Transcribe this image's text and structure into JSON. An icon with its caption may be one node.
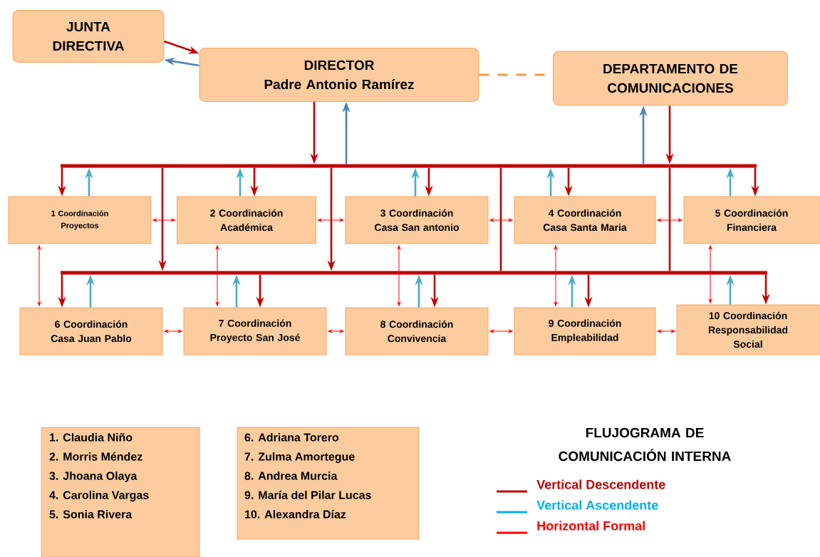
{
  "diagram": {
    "title": "FLUJOGRAMA DE COMUNICACIÓN INTERNA",
    "nodes": [
      {
        "text": [
          "JUNTA DIRECTIVA"
        ]
      },
      {
        "text": [
          "DIRECTOR",
          "Padre Antonio Ramírez"
        ]
      },
      {
        "text": [
          "DEPARTAMENTO DE COMUNICACIONES"
        ]
      },
      {
        "text": [],
        "shape": "bar"
      },
      {
        "text": [
          "1 Coordinación Proyectos"
        ]
      },
      {
        "text": [
          "2 Coordinación Académica"
        ]
      },
      {
        "text": [
          "3 Coordinación Casa San antonio"
        ]
      },
      {
        "text": [
          "4 Coordinación Casa Santa Maria"
        ]
      },
      {
        "text": [
          "5 Coordinación Financiera"
        ]
      },
      {
        "text": [],
        "shape": "bar"
      },
      {
        "text": [
          "6 Coordinación Casa Juan Pablo"
        ]
      },
      {
        "text": [
          "7 Coordinación Proyecto San José"
        ]
      },
      {
        "text": [
          "8 Coordinación Convivencia"
        ]
      },
      {
        "text": [
          "9 Coordinación Empleabilidad"
        ]
      },
      {
        "text": [
          "10 Coordinación Responsabilidad Social"
        ]
      },
      {
        "text": [
          "1. Claudia Niño",
          "2. Morris Méndez",
          "3. Jhoana Olaya",
          "4. Carolina Vargas",
          "5. Sonia Rivera"
        ]
      },
      {
        "text": [
          "6. Adriana Torero",
          "7. Zulma Amortegue",
          "8. Andrea Murcia",
          "9. María del Pilar Lucas",
          "10. Alexandra Díaz"
        ]
      }
    ],
    "edges": [
      {
        "from": 0,
        "to": 1,
        "arrow": "to",
        "color": "#c00000"
      },
      {
        "from": 1,
        "to": 0,
        "arrow": "to",
        "color": "#4f81bd"
      },
      {
        "from": 1,
        "to": 2,
        "arrow": "none",
        "style": "dashed",
        "color": "#f79646"
      },
      {
        "from": 1,
        "to": 3,
        "arrow": "to",
        "color": "#c00000"
      },
      {
        "from": 3,
        "to": 1,
        "arrow": "to",
        "color": "#4f81bd"
      },
      {
        "from": 3,
        "to": 2,
        "arrow": "to",
        "color": "#4f81bd"
      },
      {
        "from": 2,
        "to": 3,
        "arrow": "to",
        "color": "#c00000"
      },
      {
        "from": 3,
        "to": 4,
        "arrow": "to",
        "color": "#c00000"
      },
      {
        "from": 3,
        "to": 5,
        "arrow": "to",
        "color": "#c00000"
      },
      {
        "from": 3,
        "to": 6,
        "arrow": "to",
        "color": "#c00000"
      },
      {
        "from": 3,
        "to": 7,
        "arrow": "to",
        "color": "#c00000"
      },
      {
        "from": 3,
        "to": 8,
        "arrow": "to",
        "color": "#c00000"
      },
      {
        "from": 4,
        "to": 3,
        "arrow": "to",
        "color": "#4bacc6"
      },
      {
        "from": 5,
        "to": 3,
        "arrow": "to",
        "color": "#4bacc6"
      },
      {
        "from": 6,
        "to": 3,
        "arrow": "to",
        "color": "#4bacc6"
      },
      {
        "from": 7,
        "to": 3,
        "arrow": "to",
        "color": "#4bacc6"
      },
      {
        "from": 8,
        "to": 3,
        "arrow": "to",
        "color": "#4bacc6"
      },
      {
        "from": 3,
        "to": 9,
        "arrow": "to",
        "color": "#c00000"
      },
      {
        "from": 3,
        "to": 9,
        "arrow": "to",
        "color": "#c00000"
      },
      {
        "from": 3,
        "to": 9,
        "arrow": "none",
        "color": "#c00000"
      },
      {
        "from": 3,
        "to": 9,
        "arrow": "none",
        "color": "#c00000"
      },
      {
        "from": 9,
        "to": 10,
        "arrow": "to",
        "color": "#c00000"
      },
      {
        "from": 9,
        "to": 11,
        "arrow": "to",
        "color": "#c00000"
      },
      {
        "from": 9,
        "to": 12,
        "arrow": "to",
        "color": "#c00000"
      },
      {
        "from": 9,
        "to": 13,
        "arrow": "to",
        "color": "#c00000"
      },
      {
        "from": 9,
        "to": 14,
        "arrow": "to",
        "color": "#c00000"
      },
      {
        "from": 10,
        "to": 9,
        "arrow": "to",
        "color": "#4bacc6"
      },
      {
        "from": 11,
        "to": 9,
        "arrow": "to",
        "color": "#4bacc6"
      },
      {
        "from": 12,
        "to": 9,
        "arrow": "to",
        "color": "#4bacc6"
      },
      {
        "from": 13,
        "to": 9,
        "arrow": "to",
        "color": "#4bacc6"
      },
      {
        "from": 14,
        "to": 9,
        "arrow": "to",
        "color": "#4bacc6"
      },
      {
        "from": 4,
        "to": 5,
        "arrow": "both",
        "color": "#ff0000"
      },
      {
        "from": 5,
        "to": 6,
        "arrow": "both",
        "color": "#ff0000"
      },
      {
        "from": 6,
        "to": 7,
        "arrow": "both",
        "color": "#ff0000"
      },
      {
        "from": 7,
        "to": 8,
        "arrow": "both",
        "color": "#ff0000"
      },
      {
        "from": 10,
        "to": 11,
        "arrow": "both",
        "color": "#ff0000"
      },
      {
        "from": 11,
        "to": 12,
        "arrow": "both",
        "color": "#ff0000"
      },
      {
        "from": 12,
        "to": 13,
        "arrow": "both",
        "color": "#ff0000"
      },
      {
        "from": 13,
        "to": 14,
        "arrow": "both",
        "color": "#ff0000"
      },
      {
        "from": 4,
        "to": 10,
        "arrow": "both",
        "color": "#ff0000"
      },
      {
        "from": 5,
        "to": 11,
        "arrow": "both",
        "color": "#ff0000"
      },
      {
        "from": 6,
        "to": 12,
        "arrow": "both",
        "color": "#ff0000"
      },
      {
        "from": 7,
        "to": 13,
        "arrow": "both",
        "color": "#ff0000"
      },
      {
        "from": 8,
        "to": 14,
        "arrow": "both",
        "color": "#ff0000"
      }
    ],
    "legend": [
      {
        "text": "Vertical Descendente",
        "color": "#c00000"
      },
      {
        "text": "Vertical Ascendente",
        "color": "#00b0f0"
      },
      {
        "text": "Horizontal Formal",
        "color": "#ff0000"
      }
    ]
  }
}
